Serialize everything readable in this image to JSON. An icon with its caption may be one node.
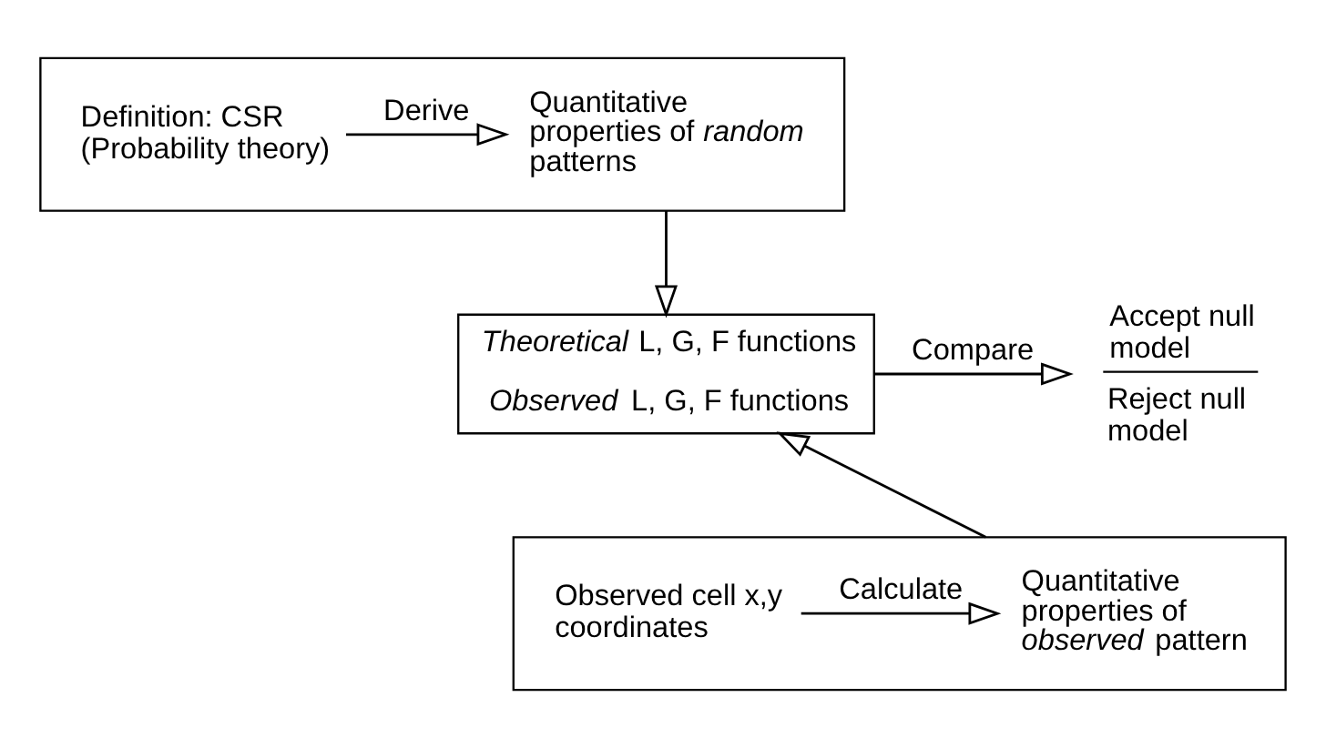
{
  "diagram": {
    "nodes": [
      {
        "text": [],
        "shape": "box"
      },
      {
        "text": [
          "Definition: CSR (Probability theory)"
        ],
        "in": 0
      },
      {
        "text": [
          "Quantitative properties of *random* patterns"
        ],
        "in": 0
      },
      {
        "text": [
          "*Theoretical* L, G, F functions",
          "*Observed* L, G, F functions"
        ]
      },
      {
        "text": [
          "Accept null model",
          "Reject null model"
        ]
      },
      {
        "text": [],
        "shape": "box"
      },
      {
        "text": [
          "Observed cell x,y coordinates"
        ],
        "in": 5
      },
      {
        "text": [
          "Quantitative properties of *observed* pattern"
        ],
        "in": 5
      }
    ],
    "edges": [
      {
        "from": 1,
        "to": 2,
        "arrow": "to",
        "label": "Derive"
      },
      {
        "from": 0,
        "to": 3,
        "arrow": "to"
      },
      {
        "from": 3,
        "to": 4,
        "arrow": "to",
        "label": "Compare"
      },
      {
        "from": 5,
        "to": 3,
        "arrow": "to"
      },
      {
        "from": 6,
        "to": 7,
        "arrow": "to",
        "label": "Calculate"
      }
    ]
  }
}
